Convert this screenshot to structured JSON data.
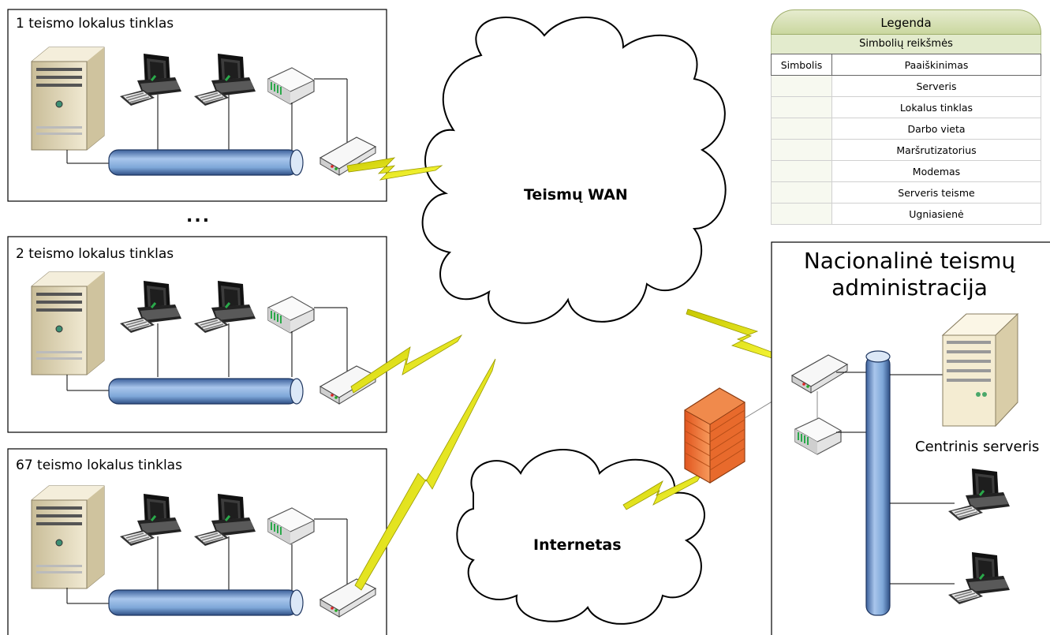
{
  "panels": [
    {
      "title": "1 teismo lokalus tinklas"
    },
    {
      "title": "2 teismo lokalus tinklas"
    },
    {
      "title": "67 teismo lokalus tinklas"
    }
  ],
  "ellipsis": "...",
  "clouds": {
    "wan": "Teismų WAN",
    "internet": "Internetas"
  },
  "national": {
    "title_line1": "Nacionalinė teismų",
    "title_line2": "administracija",
    "server_label": "Centrinis serveris"
  },
  "legend": {
    "title": "Legenda",
    "subtitle": "Simbolių reikšmės",
    "col_symbol": "Simbolis",
    "col_explanation": "Paaiškinimas",
    "rows": [
      "Serveris",
      "Lokalus tinklas",
      "Darbo vieta",
      "Maršrutizatorius",
      "Modemas",
      "Serveris teisme",
      "Ugniasienė"
    ]
  },
  "colors": {
    "pipe": "#7ea7d8",
    "lightning": "#f2f200",
    "firewall": "#f07a3a",
    "legend_header": "#cad79f"
  }
}
